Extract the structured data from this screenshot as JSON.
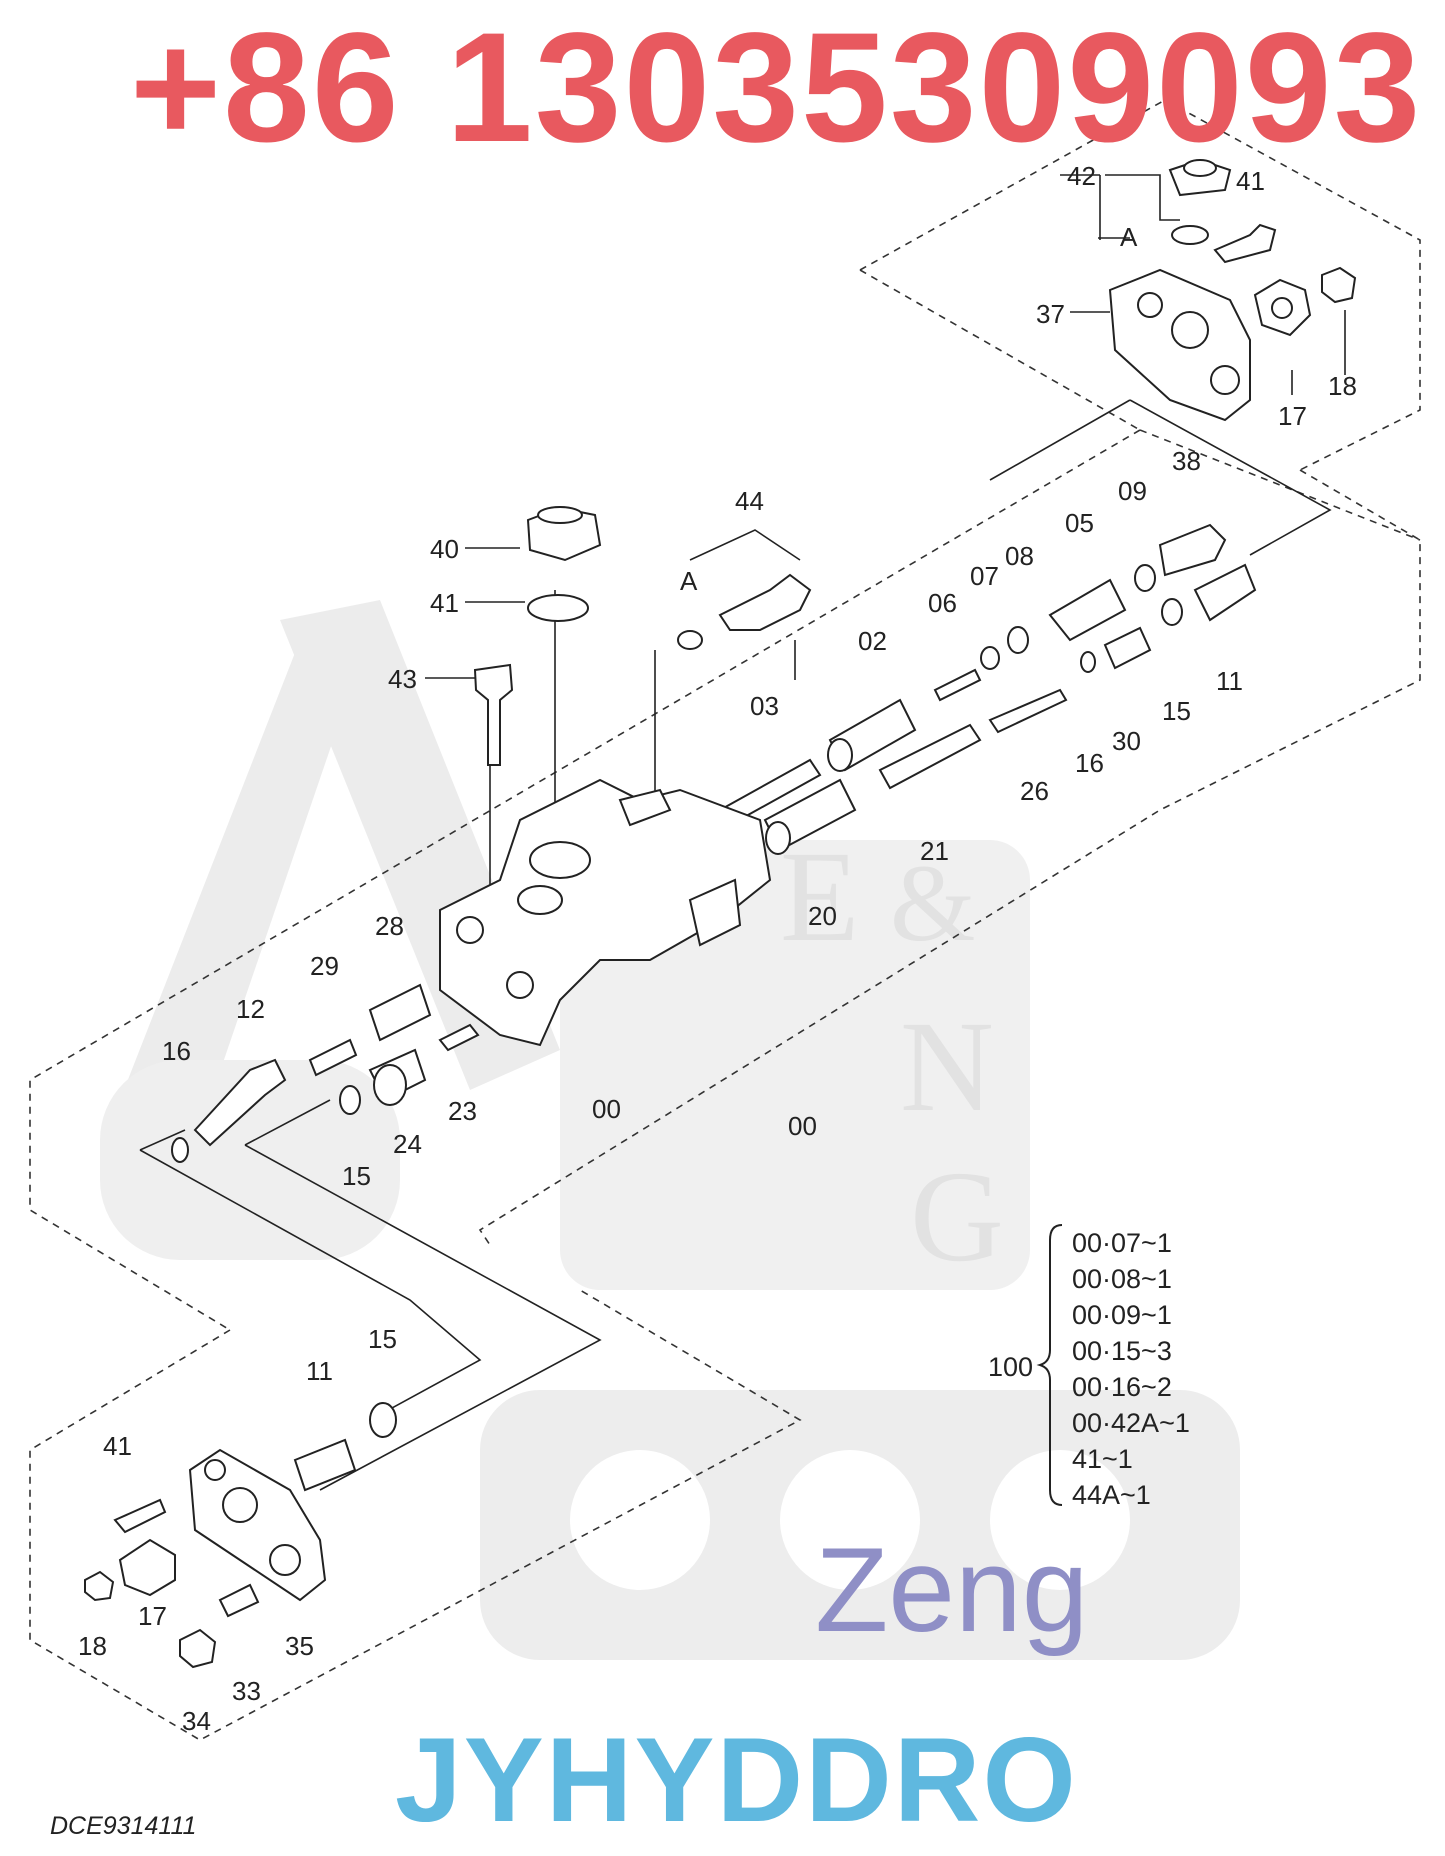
{
  "watermark": {
    "phone": "+86 13035309093",
    "phone_color": "#e8595f",
    "zeng": "Zeng",
    "zeng_color": "#8f8fc6",
    "brand": "JYHYDDRO",
    "brand_color": "#5fb8df",
    "logo_letters": [
      "E",
      "&",
      "N",
      "G"
    ]
  },
  "drawing_code": "DCE9314111",
  "part_labels": {
    "p42": "42",
    "p41a": "41",
    "pA1": "A",
    "p37": "37",
    "p17a": "17",
    "p18a": "18",
    "p38": "38",
    "p09": "09",
    "p05": "05",
    "p08": "08",
    "p07": "07",
    "p06": "06",
    "p02": "02",
    "p03": "03",
    "p44": "44",
    "pA2": "A",
    "p40": "40",
    "p41b": "41",
    "p43": "43",
    "p11a": "11",
    "p15a": "15",
    "p30": "30",
    "p16a": "16",
    "p26": "26",
    "p21": "21",
    "p20": "20",
    "p28": "28",
    "p29": "29",
    "p12": "12",
    "p16b": "16",
    "p15b": "15",
    "p24": "24",
    "p23": "23",
    "p00a": "00",
    "p00b": "00",
    "p11b": "11",
    "p15c": "15",
    "p41c": "41",
    "p17b": "17",
    "p18b": "18",
    "p35": "35",
    "p33": "33",
    "p34": "34"
  },
  "bom": {
    "group": "100",
    "items": [
      "00·07~1",
      "00·08~1",
      "00·09~1",
      "00·15~3",
      "00·16~2",
      "00·42A~1",
      "41~1",
      "44A~1"
    ]
  }
}
